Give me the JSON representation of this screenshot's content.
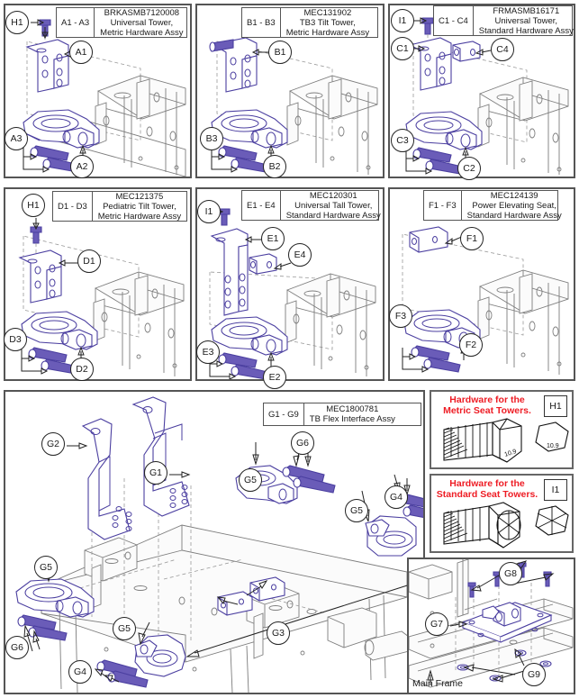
{
  "document": {
    "type": "exploded-parts-diagram",
    "main_frame_label": "Main Frame"
  },
  "panels": [
    {
      "id": "A",
      "range": "A1 - A3",
      "part_number": "BRKASMB7120008",
      "desc_line1": "Universal Tower,",
      "desc_line2": "Metric Hardware Assy",
      "callouts": [
        "H1",
        "A1",
        "A3",
        "A2"
      ]
    },
    {
      "id": "B",
      "range": "B1 - B3",
      "part_number": "MEC131902",
      "desc_line1": "TB3 Tilt Tower,",
      "desc_line2": "Metric Hardware Assy",
      "callouts": [
        "B1",
        "B3",
        "B2"
      ]
    },
    {
      "id": "C",
      "range": "C1 - C4",
      "part_number": "FRMASMB16171",
      "desc_line1": "Universal Tower,",
      "desc_line2": "Standard Hardware Assy",
      "callouts": [
        "I1",
        "C1",
        "C4",
        "C3",
        "C2"
      ]
    },
    {
      "id": "D",
      "range": "D1 - D3",
      "part_number": "MEC121375",
      "desc_line1": "Pediatric Tilt Tower,",
      "desc_line2": "Metric Hardware Assy",
      "callouts": [
        "H1",
        "D1",
        "D3",
        "D2"
      ]
    },
    {
      "id": "E",
      "range": "E1 - E4",
      "part_number": "MEC120301",
      "desc_line1": "Universal Tall Tower,",
      "desc_line2": "Standard Hardware Assy",
      "callouts": [
        "I1",
        "E1",
        "E4",
        "E3",
        "E2"
      ]
    },
    {
      "id": "F",
      "range": "F1 - F3",
      "part_number": "MEC124139",
      "desc_line1": "Power Elevating Seat,",
      "desc_line2": "Standard Hardware Assy",
      "callouts": [
        "F1",
        "F3",
        "F2"
      ]
    },
    {
      "id": "G",
      "range": "G1 - G9",
      "part_number": "MEC1800781",
      "desc_line1": "TB Flex Interface Assy",
      "desc_line2": "",
      "callouts": [
        "G1",
        "G2",
        "G3",
        "G4",
        "G5",
        "G6",
        "G7",
        "G8",
        "G9"
      ]
    }
  ],
  "hardware_legend": [
    {
      "tag": "H1",
      "title_line1": "Hardware for the",
      "title_line2": "Metric Seat Towers.",
      "grade_mark": "10.9",
      "color": "#ee1c24"
    },
    {
      "tag": "I1",
      "title_line1": "Hardware for the",
      "title_line2": "Standard Seat Towers.",
      "grade_mark": "",
      "color": "#ee1c24"
    }
  ],
  "callout_labels": {
    "H1": "H1",
    "I1": "I1",
    "A1": "A1",
    "A2": "A2",
    "A3": "A3",
    "B1": "B1",
    "B2": "B2",
    "B3": "B3",
    "C1": "C1",
    "C2": "C2",
    "C3": "C3",
    "C4": "C4",
    "D1": "D1",
    "D2": "D2",
    "D3": "D3",
    "E1": "E1",
    "E2": "E2",
    "E3": "E3",
    "E4": "E4",
    "F1": "F1",
    "F2": "F2",
    "F3": "F3",
    "G1": "G1",
    "G2": "G2",
    "G3": "G3",
    "G4": "G4",
    "G5a": "G5",
    "G5b": "G5",
    "G5c": "G5",
    "G5d": "G5",
    "G4b": "G4",
    "G6a": "G6",
    "G6b": "G6",
    "G7": "G7",
    "G8": "G8",
    "G9": "G9"
  },
  "colors": {
    "part_purple": "#4b3fa0",
    "part_purple_fill": "#6a5cb8",
    "frame_gray": "#7d7d7d",
    "callout_stroke": "#222222",
    "legend_red": "#ee1c24",
    "panel_border": "#555555"
  }
}
